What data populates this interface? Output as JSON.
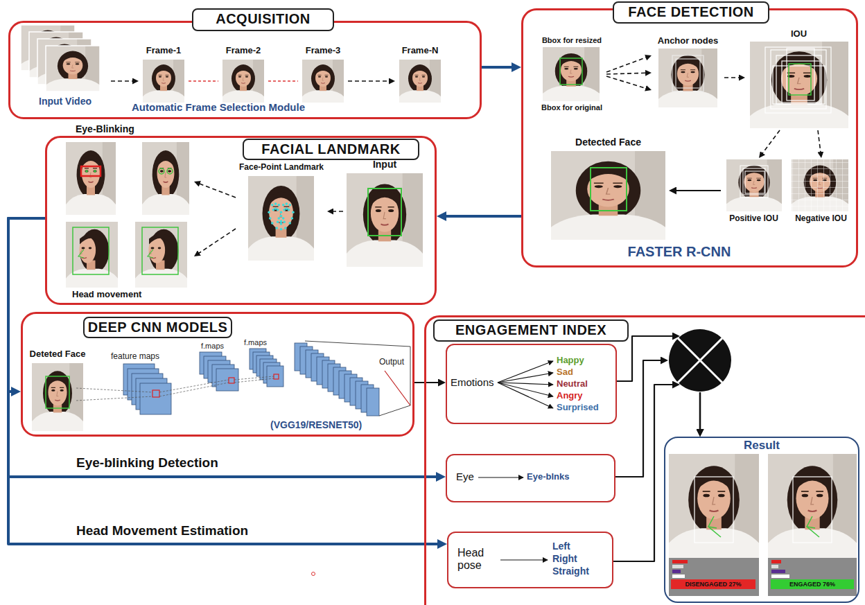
{
  "diagram": {
    "nodes": [
      {
        "text": [
          "ACQUISITION",
          "Automatic Frame Selection Module"
        ]
      },
      {
        "text": [
          "Input Video"
        ],
        "in": 0
      },
      {
        "text": [
          "Frame-1"
        ],
        "in": 0
      },
      {
        "text": [
          "Frame-2"
        ],
        "in": 0
      },
      {
        "text": [
          "Frame-3"
        ],
        "in": 0
      },
      {
        "text": [
          "Frame-N"
        ],
        "in": 0
      },
      {
        "text": [
          "FACE DETECTION",
          "FASTER R-CNN"
        ]
      },
      {
        "text": [
          "Bbox for resized",
          "Bbox for original"
        ],
        "in": 6
      },
      {
        "text": [
          "Anchor nodes"
        ],
        "in": 6
      },
      {
        "text": [
          "IOU"
        ],
        "in": 6
      },
      {
        "text": [
          "Positive IOU"
        ],
        "in": 6
      },
      {
        "text": [
          "Negative IOU"
        ],
        "in": 6
      },
      {
        "text": [
          "Detected Face"
        ],
        "in": 6
      },
      {
        "text": [
          "FACIAL LANDMARK"
        ]
      },
      {
        "text": [
          "Eye-Blinking"
        ],
        "in": 13
      },
      {
        "text": [
          "Face-Point Landmark"
        ],
        "in": 13
      },
      {
        "text": [
          "Input"
        ],
        "in": 13
      },
      {
        "text": [
          "Head movement"
        ],
        "in": 13
      },
      {
        "text": [
          "DEEP CNN MODELS",
          "(VGG19/RESNET50)"
        ]
      },
      {
        "text": [
          "Deteted Face"
        ],
        "in": 18
      },
      {
        "text": [
          "ENGAGEMENT INDEX"
        ]
      },
      {
        "text": [
          "Emotions",
          "Happy",
          "Sad",
          "Neutral",
          "Angry",
          "Surprised"
        ],
        "in": 20
      },
      {
        "text": [
          "Eye",
          "Eye-blnks"
        ],
        "in": 20
      },
      {
        "text": [
          "Head pose",
          "Left",
          "Right",
          "Straight"
        ],
        "in": 20
      },
      {
        "text": [
          "Result",
          "DISENGAGED 27%",
          "ENGAGED 76%"
        ],
        "in": 20
      }
    ],
    "edges": [
      {
        "from": 0,
        "to": 6,
        "arrow": "to"
      },
      {
        "from": 6,
        "to": 13,
        "arrow": "to"
      },
      {
        "from": 1,
        "to": 2,
        "arrow": "to"
      },
      {
        "from": 2,
        "to": 3,
        "arrow": "none"
      },
      {
        "from": 3,
        "to": 4,
        "arrow": "none"
      },
      {
        "from": 4,
        "to": 5,
        "arrow": "to"
      },
      {
        "from": 7,
        "to": 8,
        "arrow": "to"
      },
      {
        "from": 7,
        "to": 8,
        "arrow": "to"
      },
      {
        "from": 7,
        "to": 8,
        "arrow": "to"
      },
      {
        "from": 8,
        "to": 9,
        "arrow": "to"
      },
      {
        "from": 9,
        "to": 10,
        "arrow": "to"
      },
      {
        "from": 9,
        "to": 11,
        "arrow": "to"
      },
      {
        "from": 10,
        "to": 12,
        "arrow": "to"
      },
      {
        "from": 16,
        "to": 15,
        "arrow": "to"
      },
      {
        "from": 15,
        "to": 14,
        "arrow": "to"
      },
      {
        "from": 15,
        "to": 17,
        "arrow": "to"
      },
      {
        "from": 13,
        "to": 18,
        "arrow": "to"
      },
      {
        "from": 13,
        "to": 22,
        "label": "Eye-blinking Detection",
        "arrow": "to"
      },
      {
        "from": 13,
        "to": 23,
        "label": "Head Movement Estimation",
        "arrow": "to"
      },
      {
        "from": 18,
        "to": 21,
        "arrow": "to"
      },
      {
        "from": 21,
        "to": 24,
        "arrow": "to"
      },
      {
        "from": 22,
        "to": 24,
        "arrow": "to"
      },
      {
        "from": 23,
        "to": 24,
        "arrow": "to"
      }
    ],
    "labels": [
      "feature maps",
      "f.maps",
      "f.maps",
      "Output"
    ]
  }
}
